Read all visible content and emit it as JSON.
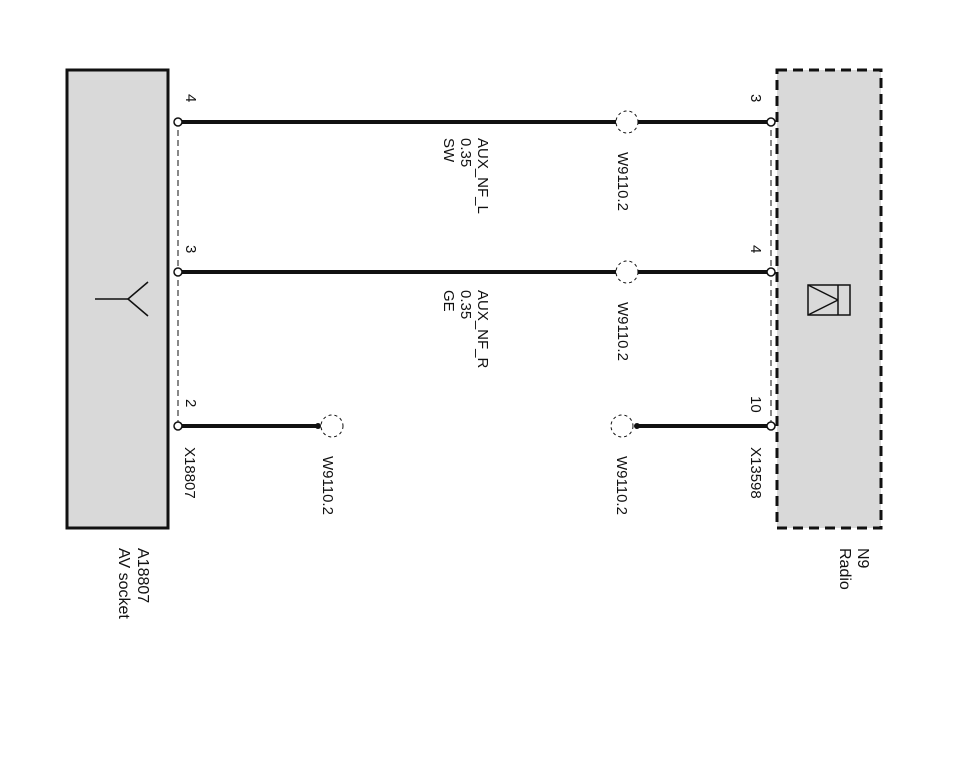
{
  "components": {
    "av_socket": {
      "id": "A18807",
      "name": "AV socket",
      "connector": "X18807",
      "fill": "#d9d9d9",
      "border": "solid"
    },
    "radio": {
      "id": "N9",
      "name": "Radio",
      "connector": "X13598",
      "fill": "#d9d9d9",
      "border": "dashed"
    }
  },
  "wires": [
    {
      "left_pin": "4",
      "right_pin": "3",
      "signal": "AUX_NF_L",
      "gauge": "0.35",
      "color_code": "SW",
      "harness": "W9110.2"
    },
    {
      "left_pin": "3",
      "right_pin": "4",
      "signal": "AUX_NF_R",
      "gauge": "0.35",
      "color_code": "GE",
      "harness": "W9110.2"
    }
  ],
  "open_wire": {
    "left_pin": "2",
    "right_pin": "10",
    "left_harness": "W9110.2",
    "right_harness": "W9110.2"
  },
  "colors": {
    "wire": "#111111",
    "box_fill": "#d9d9d9",
    "stroke": "#111111"
  }
}
